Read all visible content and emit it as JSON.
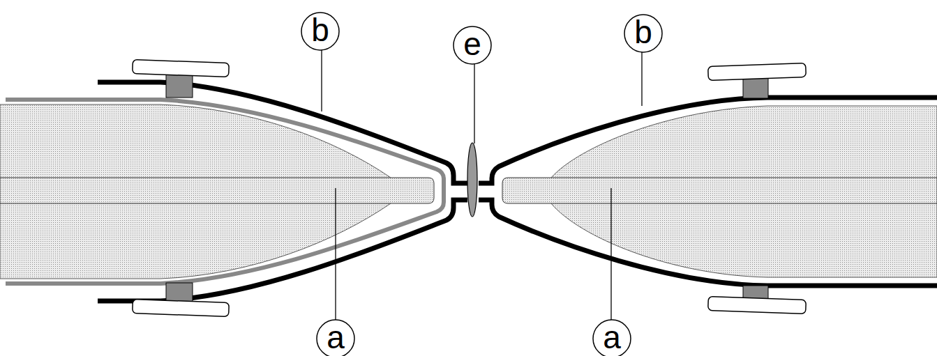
{
  "diagram": {
    "labels": [
      "b",
      "e",
      "b",
      "a",
      "a"
    ]
  }
}
